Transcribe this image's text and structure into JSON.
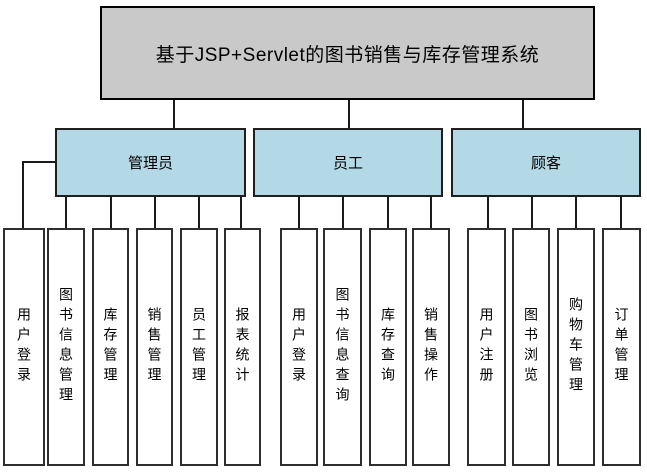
{
  "diagram": {
    "title": "基于JSP+Servlet的图书销售与库存管理系统",
    "colors": {
      "title_fill": "#c9c9c9",
      "group_fill": "#b4d9e6",
      "child_fill": "#ffffff",
      "line": "#1a1a1a"
    },
    "groups": [
      {
        "label": "管理员",
        "children": [
          "用户登录",
          "图书信息管理",
          "库存管理",
          "销售管理",
          "员工管理",
          "报表统计"
        ]
      },
      {
        "label": "员工",
        "children": [
          "用户登录",
          "图书信息查询",
          "库存查询",
          "销售操作"
        ]
      },
      {
        "label": "顾客",
        "children": [
          "用户注册",
          "图书浏览",
          "购物车管理",
          "订单管理"
        ]
      }
    ]
  }
}
